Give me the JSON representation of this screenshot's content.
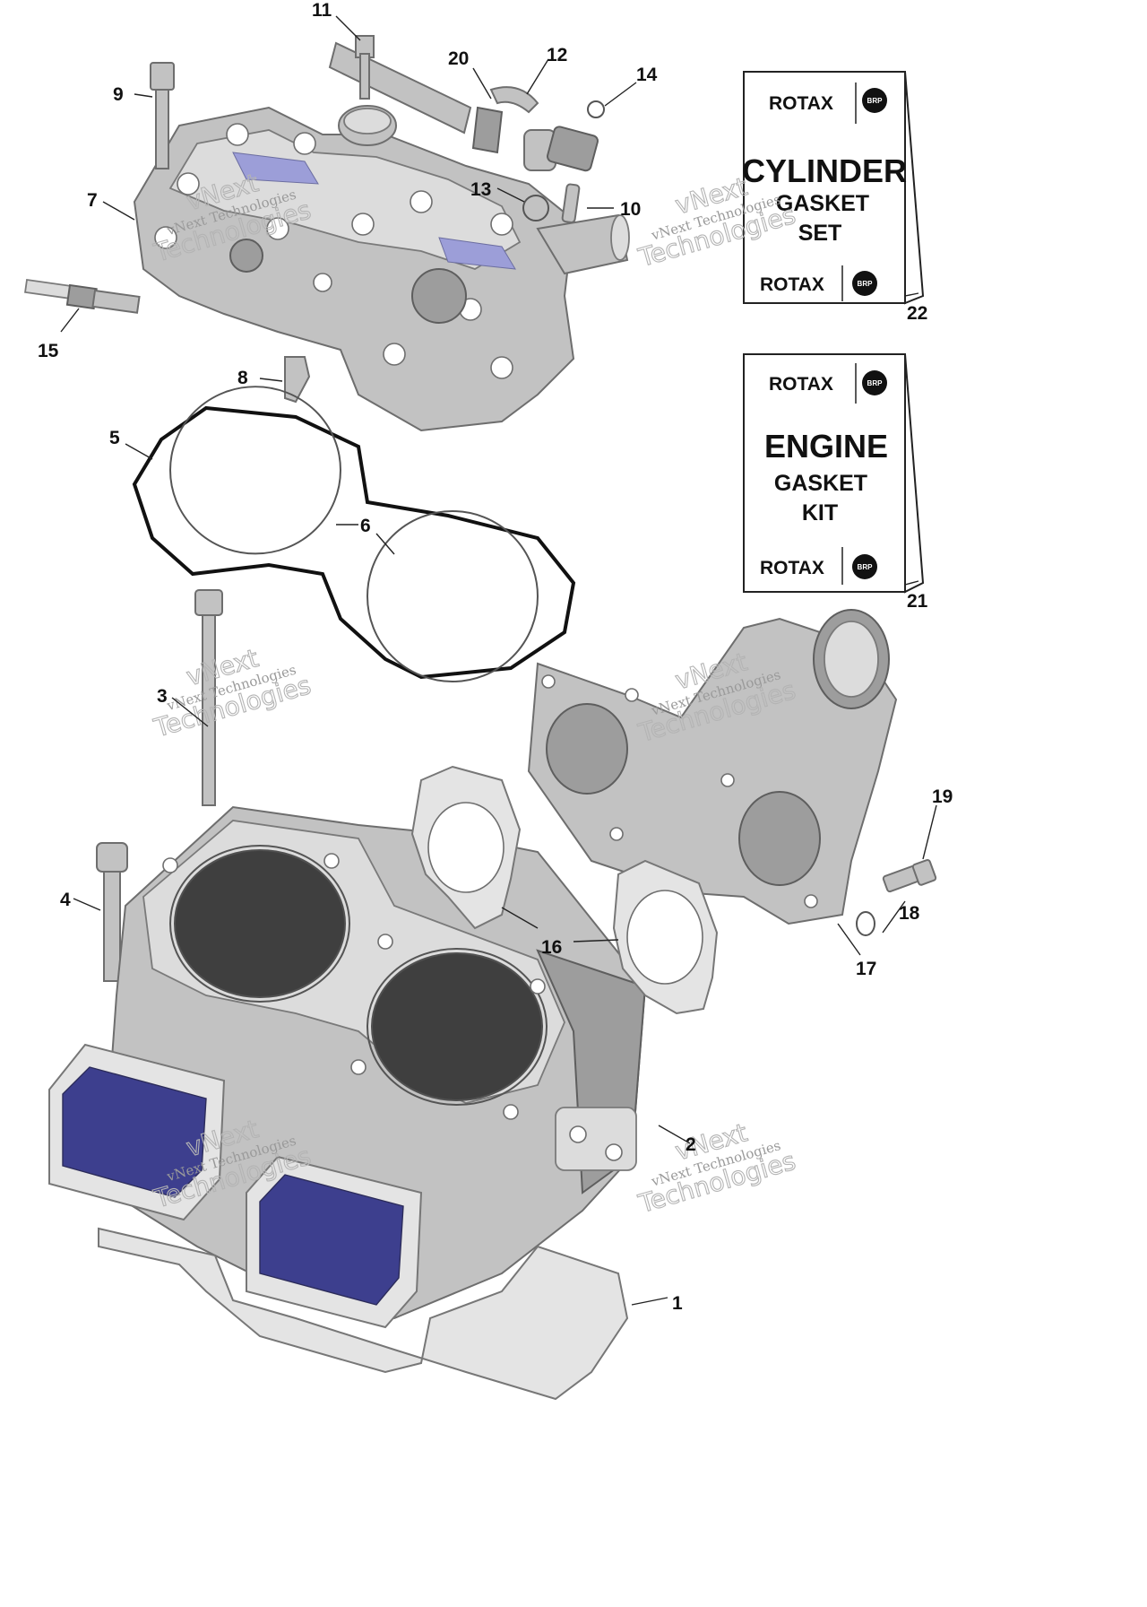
{
  "callouts": [
    {
      "label": "11"
    },
    {
      "label": "20"
    },
    {
      "label": "12"
    },
    {
      "label": "14"
    },
    {
      "label": "9"
    },
    {
      "label": "7"
    },
    {
      "label": "13"
    },
    {
      "label": "10"
    },
    {
      "label": "15"
    },
    {
      "label": "8"
    },
    {
      "label": "5"
    },
    {
      "label": "6"
    },
    {
      "label": "3"
    },
    {
      "label": "4"
    },
    {
      "label": "16"
    },
    {
      "label": "17"
    },
    {
      "label": "18"
    },
    {
      "label": "19"
    },
    {
      "label": "2"
    },
    {
      "label": "1"
    },
    {
      "label": "22"
    },
    {
      "label": "21"
    }
  ],
  "kits": {
    "cylinder": {
      "brand": "ROTAX",
      "title": "CYLINDER",
      "line2": "GASKET",
      "line3": "SET",
      "badge": "BRP"
    },
    "engine": {
      "brand": "ROTAX",
      "title": "ENGINE",
      "line2": "GASKET",
      "line3": "KIT",
      "badge": "BRP"
    }
  },
  "watermark": {
    "small": "vNext Technologies",
    "big_line1": "vNext",
    "big_line2": "Technologies"
  },
  "colors": {
    "part": "#c2c2c2",
    "reed_blue": "#3d3f8e",
    "oring": "#111111"
  }
}
